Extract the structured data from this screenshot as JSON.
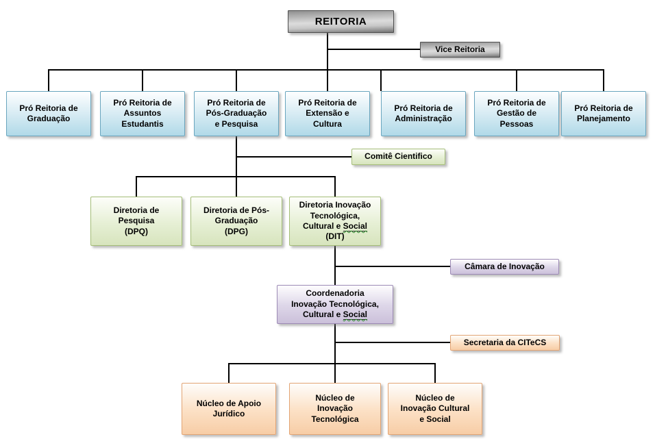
{
  "colors": {
    "accent_blue": "#B0D9E8",
    "accent_green": "#D7E4BD",
    "accent_purple": "#CBC0DA",
    "accent_orange": "#F7CDA6",
    "accent_gray": "#8F8F8F",
    "connector_line": "#000000",
    "text": "#000000",
    "background": "#FFFFFF"
  },
  "nodes": {
    "reitoria": {
      "label": "REITORIA"
    },
    "vice_reitoria": {
      "label": "Vice Reitoria"
    },
    "pro_reitorias": [
      {
        "label": "Pró Reitoria de\nGraduação"
      },
      {
        "label": "Pró Reitoria de\nAssuntos\nEstudantis"
      },
      {
        "label": "Pró Reitoria de\nPós-Graduação\ne Pesquisa"
      },
      {
        "label": "Pró Reitoria de\nExtensão e\nCultura"
      },
      {
        "label": "Pró Reitoria de\nAdministração"
      },
      {
        "label": "Pró Reitoria de\nGestão de\nPessoas"
      },
      {
        "label": "Pró Reitoria de\nPlanejamento"
      }
    ],
    "comite_cientifico": {
      "label": "Comitê Cientifico"
    },
    "diretorias": [
      {
        "label": "Diretoria de\nPesquisa\n(DPQ)"
      },
      {
        "label": "Diretoria de Pós-\nGraduação\n(DPG)"
      },
      {
        "label_main": "Diretoria Inovação\nTecnológica,\nCultural e ",
        "label_flagged": "Social",
        "label_suffix": "\n(DIT)"
      }
    ],
    "camara_inovacao": {
      "label": "Câmara de Inovação"
    },
    "coordenadoria": {
      "label_main": "Coordenadoria\nInovação Tecnológica,\nCultural e ",
      "label_flagged": "Social"
    },
    "secretaria_citecs": {
      "label": "Secretaria da CITeCS"
    },
    "nucleos": [
      {
        "label": "Núcleo de Apoio\nJurídico"
      },
      {
        "label": "Núcleo de\nInovação\nTecnológica"
      },
      {
        "label": "Núcleo de\nInovação Cultural\ne Social"
      }
    ]
  }
}
